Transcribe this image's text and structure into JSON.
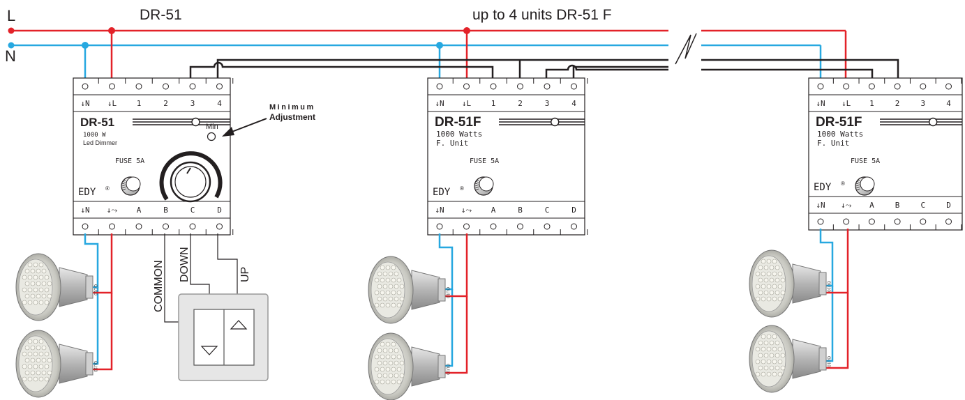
{
  "colors": {
    "line_L": "#e32229",
    "line_N": "#27a8e0",
    "control": "#231f20",
    "module_fill": "#ffffff",
    "module_stroke": "#231f20"
  },
  "labels": {
    "L": "L",
    "N": "N",
    "title_main": "DR-51",
    "title_units": "up to 4 units DR-51 F",
    "min_title": "Minimum",
    "min_sub": "Adjustment",
    "wire_common": "COMMON",
    "wire_down": "DOWN",
    "wire_up": "UP"
  },
  "modules": [
    {
      "top_terms": [
        "↓N",
        "↓L",
        "1",
        "2",
        "3",
        "4"
      ],
      "bottom_terms": [
        "↓N",
        "↓⤳",
        "A",
        "B",
        "C",
        "D"
      ],
      "model": "DR-51",
      "power": "1000  W",
      "desc": "Led Dimmer",
      "fuse": "FUSE 5A",
      "brand": "EDY",
      "min_label": "Min"
    },
    {
      "top_terms": [
        "↓N",
        "↓L",
        "1",
        "2",
        "3",
        "4"
      ],
      "bottom_terms": [
        "↓N",
        "↓⤳",
        "A",
        "B",
        "C",
        "D"
      ],
      "model": "DR-51F",
      "power": "1000  Watts",
      "desc": "F. Unit",
      "fuse": "FUSE 5A",
      "brand": "EDY"
    },
    {
      "top_terms": [
        "↓N",
        "↓L",
        "1",
        "2",
        "3",
        "4"
      ],
      "bottom_terms": [
        "↓N",
        "↓⤳",
        "A",
        "B",
        "C",
        "D"
      ],
      "model": "DR-51F",
      "power": "1000  Watts",
      "desc": "F. Unit",
      "fuse": "FUSE 5A",
      "brand": "EDY"
    }
  ],
  "lamp_label": "GU10"
}
